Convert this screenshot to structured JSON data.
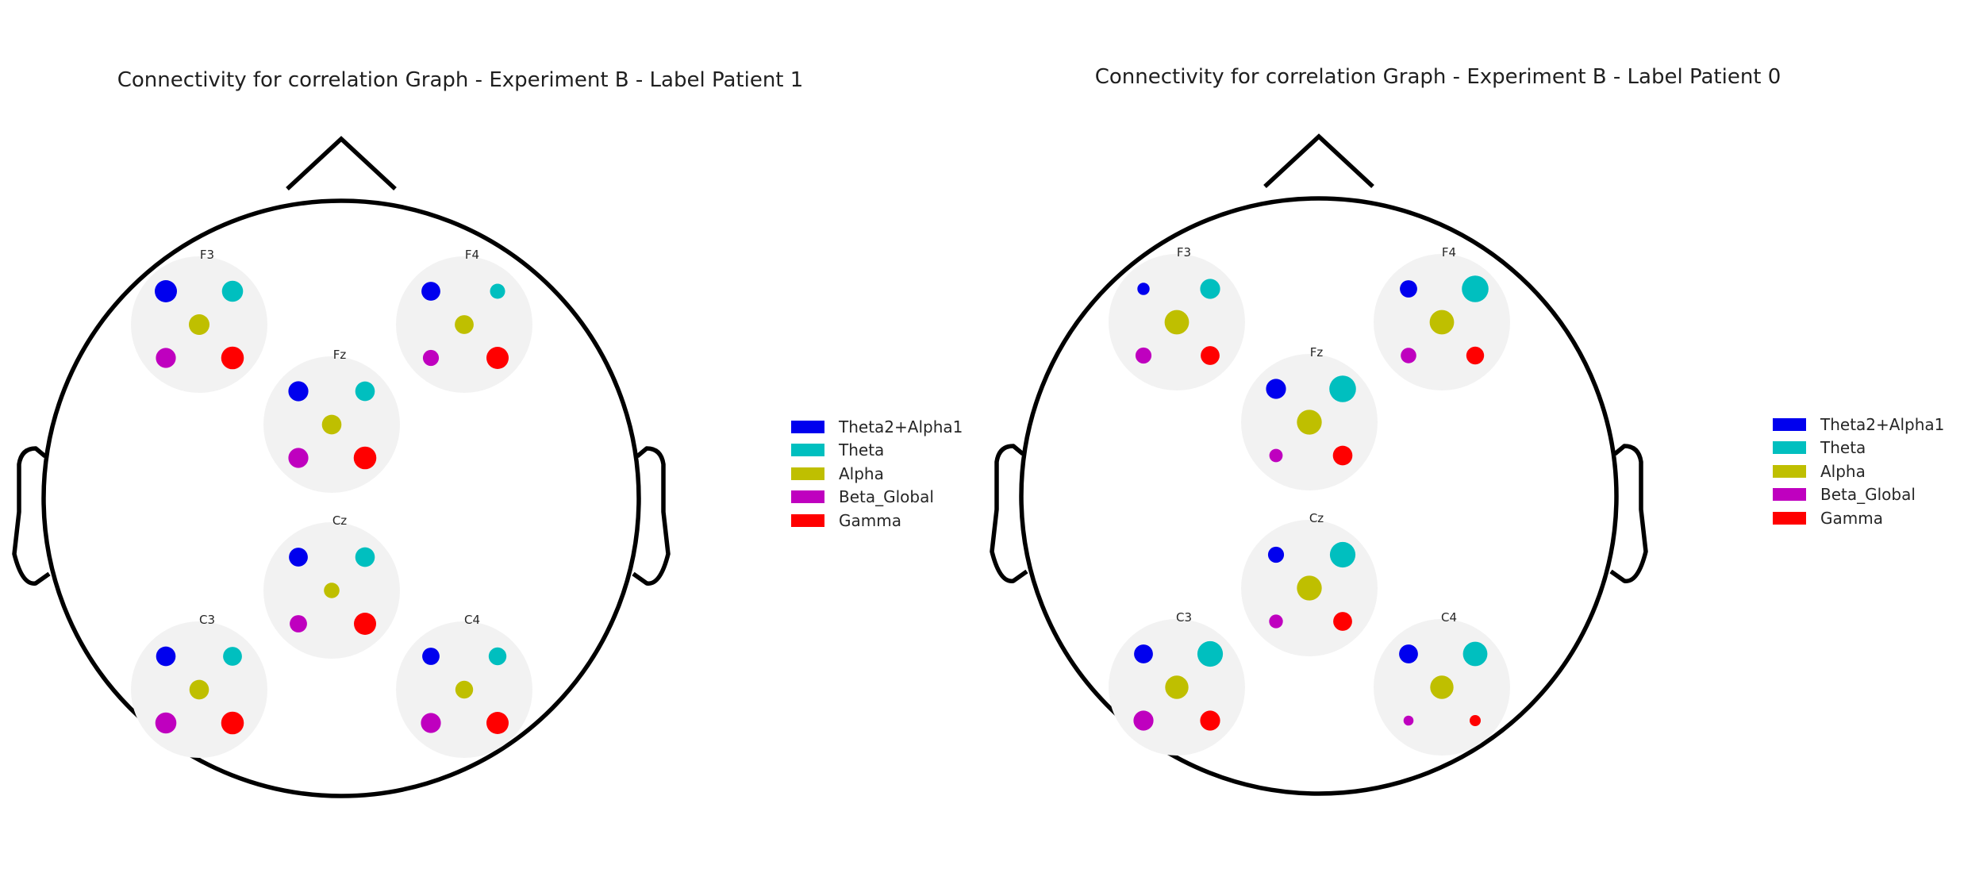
{
  "bands": [
    {
      "name": "Theta2+Alpha1",
      "color": "#0000ee"
    },
    {
      "name": "Theta",
      "color": "#00bfbf"
    },
    {
      "name": "Alpha",
      "color": "#bfbf00"
    },
    {
      "name": "Beta_Global",
      "color": "#bf00bf"
    },
    {
      "name": "Gamma",
      "color": "#ff0000"
    }
  ],
  "panels": [
    {
      "title": "Connectivity for correlation Graph - Experiment B - Label Patient 1",
      "electrodes": [
        {
          "label": "F3",
          "sizes": {
            "Theta2+Alpha1": 1.0,
            "Theta": 0.95,
            "Alpha": 0.93,
            "Beta_Global": 0.9,
            "Gamma": 1.02
          }
        },
        {
          "label": "F4",
          "sizes": {
            "Theta2+Alpha1": 0.85,
            "Theta": 0.68,
            "Alpha": 0.85,
            "Beta_Global": 0.72,
            "Gamma": 1.0
          }
        },
        {
          "label": "Fz",
          "sizes": {
            "Theta2+Alpha1": 0.9,
            "Theta": 0.88,
            "Alpha": 0.88,
            "Beta_Global": 0.9,
            "Gamma": 1.02
          }
        },
        {
          "label": "Cz",
          "sizes": {
            "Theta2+Alpha1": 0.85,
            "Theta": 0.88,
            "Alpha": 0.7,
            "Beta_Global": 0.78,
            "Gamma": 1.0
          }
        },
        {
          "label": "C3",
          "sizes": {
            "Theta2+Alpha1": 0.88,
            "Theta": 0.85,
            "Alpha": 0.88,
            "Beta_Global": 0.95,
            "Gamma": 1.02
          }
        },
        {
          "label": "C4",
          "sizes": {
            "Theta2+Alpha1": 0.78,
            "Theta": 0.8,
            "Alpha": 0.8,
            "Beta_Global": 0.9,
            "Gamma": 1.0
          }
        }
      ]
    },
    {
      "title": "Connectivity for correlation Graph - Experiment B - Label Patient 0",
      "electrodes": [
        {
          "label": "F3",
          "sizes": {
            "Theta2+Alpha1": 0.55,
            "Theta": 0.9,
            "Alpha": 1.1,
            "Beta_Global": 0.72,
            "Gamma": 0.85
          }
        },
        {
          "label": "F4",
          "sizes": {
            "Theta2+Alpha1": 0.78,
            "Theta": 1.2,
            "Alpha": 1.1,
            "Beta_Global": 0.7,
            "Gamma": 0.8
          }
        },
        {
          "label": "Fz",
          "sizes": {
            "Theta2+Alpha1": 0.9,
            "Theta": 1.2,
            "Alpha": 1.12,
            "Beta_Global": 0.6,
            "Gamma": 0.88
          }
        },
        {
          "label": "Cz",
          "sizes": {
            "Theta2+Alpha1": 0.72,
            "Theta": 1.15,
            "Alpha": 1.12,
            "Beta_Global": 0.62,
            "Gamma": 0.85
          }
        },
        {
          "label": "C3",
          "sizes": {
            "Theta2+Alpha1": 0.85,
            "Theta": 1.15,
            "Alpha": 1.05,
            "Beta_Global": 0.9,
            "Gamma": 0.9
          }
        },
        {
          "label": "C4",
          "sizes": {
            "Theta2+Alpha1": 0.85,
            "Theta": 1.1,
            "Alpha": 1.05,
            "Beta_Global": 0.45,
            "Gamma": 0.5
          }
        }
      ]
    }
  ]
}
